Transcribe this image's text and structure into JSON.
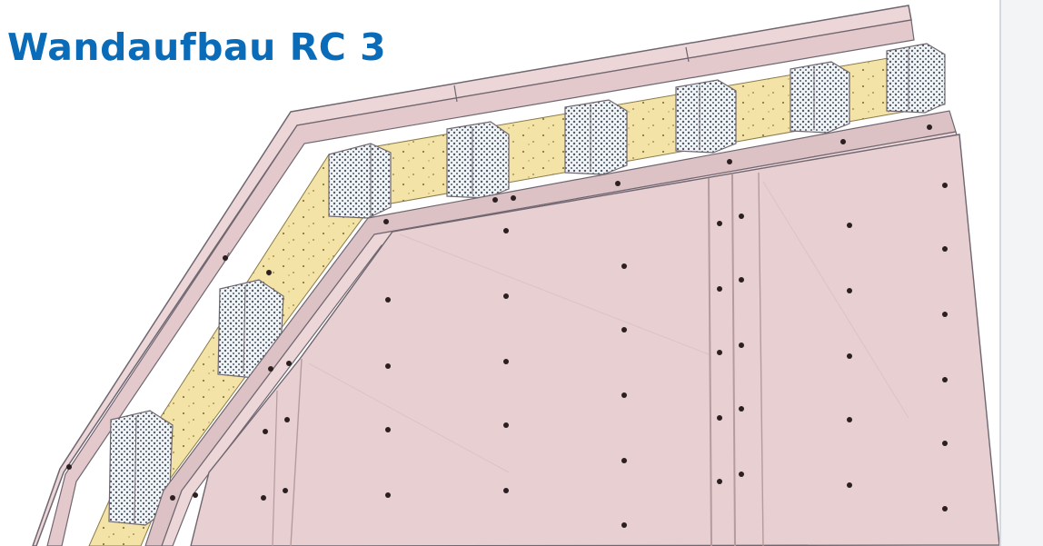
{
  "title": "Wandaufbau RC 3",
  "colors": {
    "title": "#0a6cb8",
    "board": "#ecd6d8",
    "board_front": "#e8cfd2",
    "board_edge": "#cdb2b5",
    "outline": "#6f6670",
    "insulation": "#f3e3a6",
    "stud": "#f1f4f7",
    "stud_dots": "#4f5a66",
    "screw": "#2b1f22",
    "side_panel": "#f3f4f6"
  },
  "diagram": {
    "elements": [
      "gypsum-board-layers",
      "steel-stud-profiles",
      "mineral-wool-insulation",
      "screw-pattern"
    ]
  }
}
